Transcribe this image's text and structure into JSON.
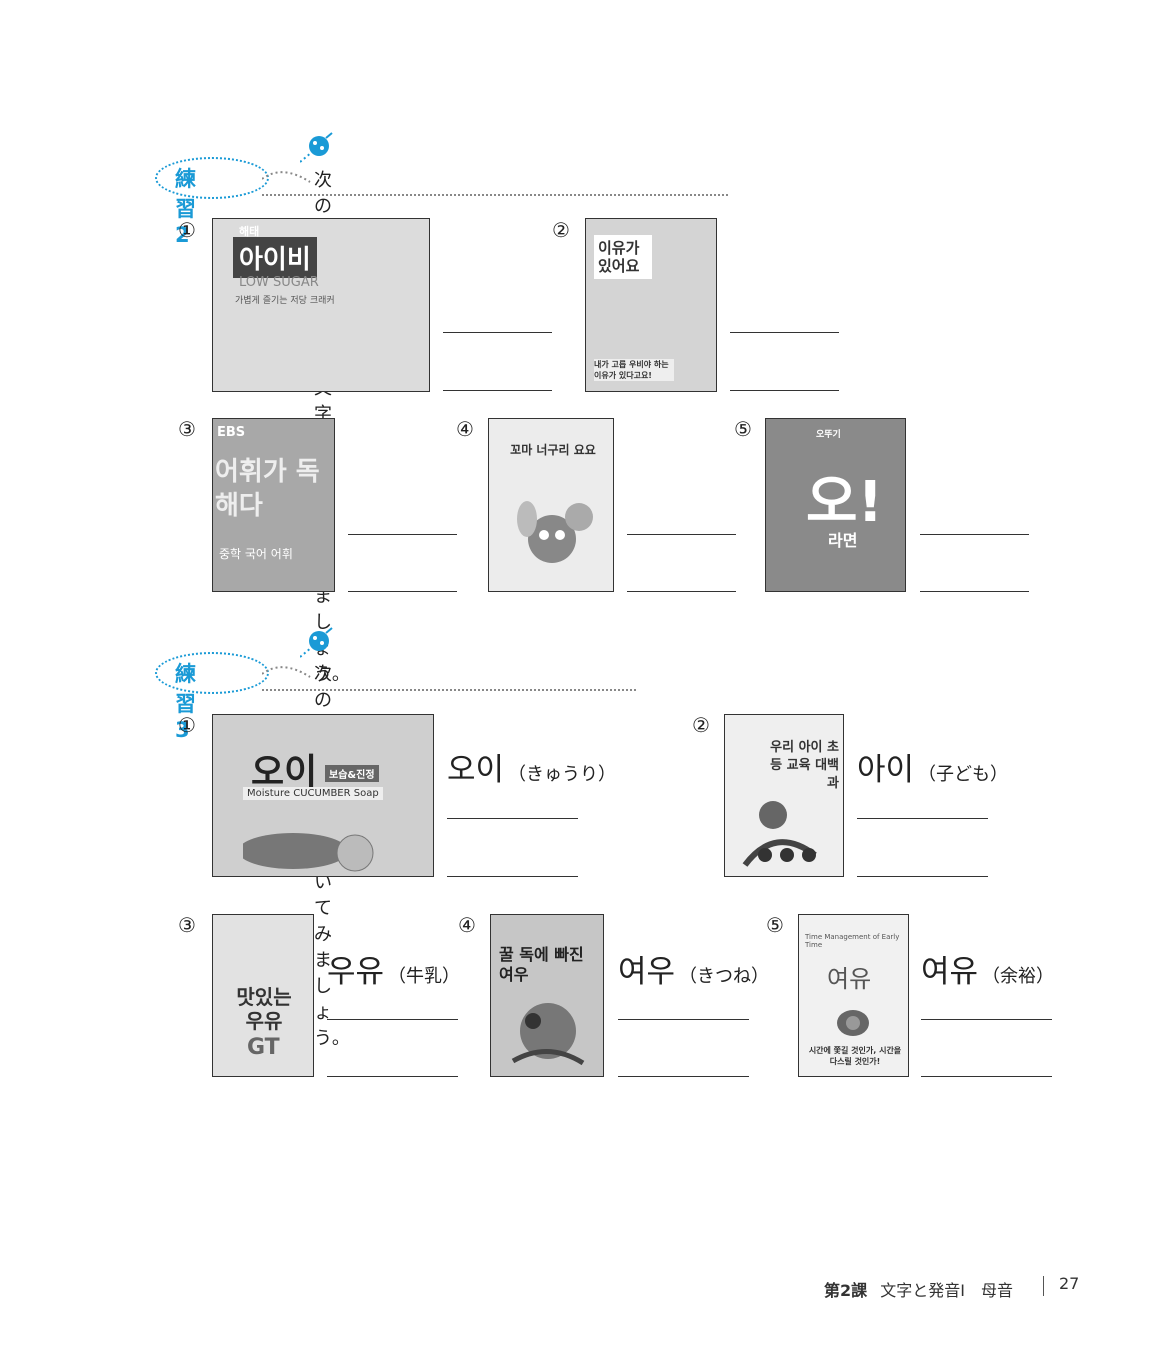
{
  "exercise2": {
    "label": "練習2",
    "instruction": "次の絵から読める文字を見つけてみましょう。",
    "items": [
      {
        "num": "①",
        "product_title": "아이비",
        "product_sub": "LOW SUGAR",
        "product_caption": "가볍게 즐기는 저당 크래커",
        "brand": "해태"
      },
      {
        "num": "②",
        "product_title": "이유가 있어요",
        "product_caption": "내가 고릅 우비야 하는 이유가 있다고요!"
      },
      {
        "num": "③",
        "product_title": "어휘가 독해다",
        "product_sub": "EBS",
        "product_caption": "중학 국어 어휘"
      },
      {
        "num": "④",
        "product_title": "꼬마 너구리 요요"
      },
      {
        "num": "⑤",
        "product_title": "오!",
        "product_sub": "라면",
        "product_caption": "오뚜기"
      }
    ]
  },
  "exercise3": {
    "label": "練習3",
    "instruction": "次のハングルを書いてみましょう。",
    "items": [
      {
        "num": "①",
        "word": "오이",
        "meaning": "（きゅうり）",
        "product_title": "오이",
        "product_sub": "Moisture CUCUMBER Soap",
        "product_caption": "보습&진정"
      },
      {
        "num": "②",
        "word": "아이",
        "meaning": "（子ども）",
        "product_title": "우리 아이 초등 교육 대백과"
      },
      {
        "num": "③",
        "word": "우유",
        "meaning": "（牛乳）",
        "product_title": "맛있는 우유",
        "product_sub": "GT"
      },
      {
        "num": "④",
        "word": "여우",
        "meaning": "（きつね）",
        "product_title": "꿀 독에 빠진 여우"
      },
      {
        "num": "⑤",
        "word": "여유",
        "meaning": "（余裕）",
        "product_title": "여유",
        "product_sub": "Time Management of Early Time",
        "product_caption": "시간에 쫓길 것인가, 시간을 다스릴 것인가!"
      }
    ]
  },
  "footer": {
    "lesson": "第2課",
    "title": "文字と発音Ⅰ　母音",
    "page": "27"
  },
  "colors": {
    "accent": "#1a9ad6",
    "text": "#222222",
    "photo_bg": "#e9e9e9"
  }
}
